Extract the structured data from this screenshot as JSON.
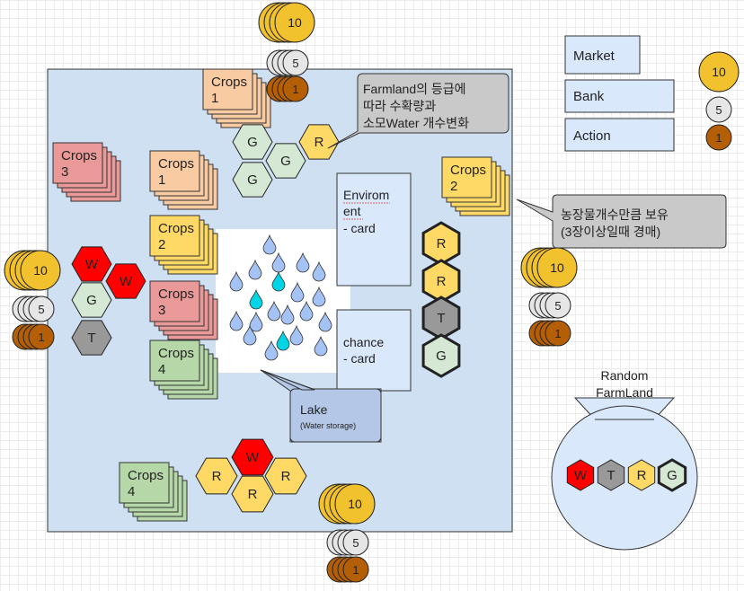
{
  "board": {
    "crops_1": "Crops 1",
    "crops_2": "Crops 2",
    "crops_3": "Crops 3",
    "crops_4": "Crops 4",
    "environment_card": "Envirom ent - card",
    "chance_card": "chance - card",
    "lake_title": "Lake",
    "lake_sub": "(Water storage)"
  },
  "hex_letters": {
    "W": "W",
    "G": "G",
    "R": "R",
    "T": "T"
  },
  "buttons": {
    "market": "Market",
    "bank": "Bank",
    "action": "Action"
  },
  "coins": {
    "c10": "10",
    "c5": "5",
    "c1": "1"
  },
  "callouts": {
    "farmland_line1": "Farmland의 등급에",
    "farmland_line2": "따라 수확량과",
    "farmland_line3": "소모Water 개수변화",
    "auction_line1": "농장물개수만큼 보유",
    "auction_line2": "(3장이상일때 경매)"
  },
  "bag": {
    "title_line1": "Random",
    "title_line2": "FarmLand"
  },
  "colors": {
    "board": "#cfe0f3",
    "crops1": "#f8cba3",
    "crops2": "#ffd966",
    "crops3": "#ea9999",
    "crops4": "#b6d7a8",
    "hex_red": "#ff0000",
    "hex_yellow": "#ffd966",
    "hex_green": "#d5e8d4",
    "hex_gray": "#999999",
    "coin_gold": "#f2c12e",
    "coin_silver": "#e6e6e6",
    "coin_bronze": "#b45f06",
    "callout": "#c9c9c9",
    "drop": "#a4c2f4",
    "drop_cyan": "#00d5e8"
  }
}
